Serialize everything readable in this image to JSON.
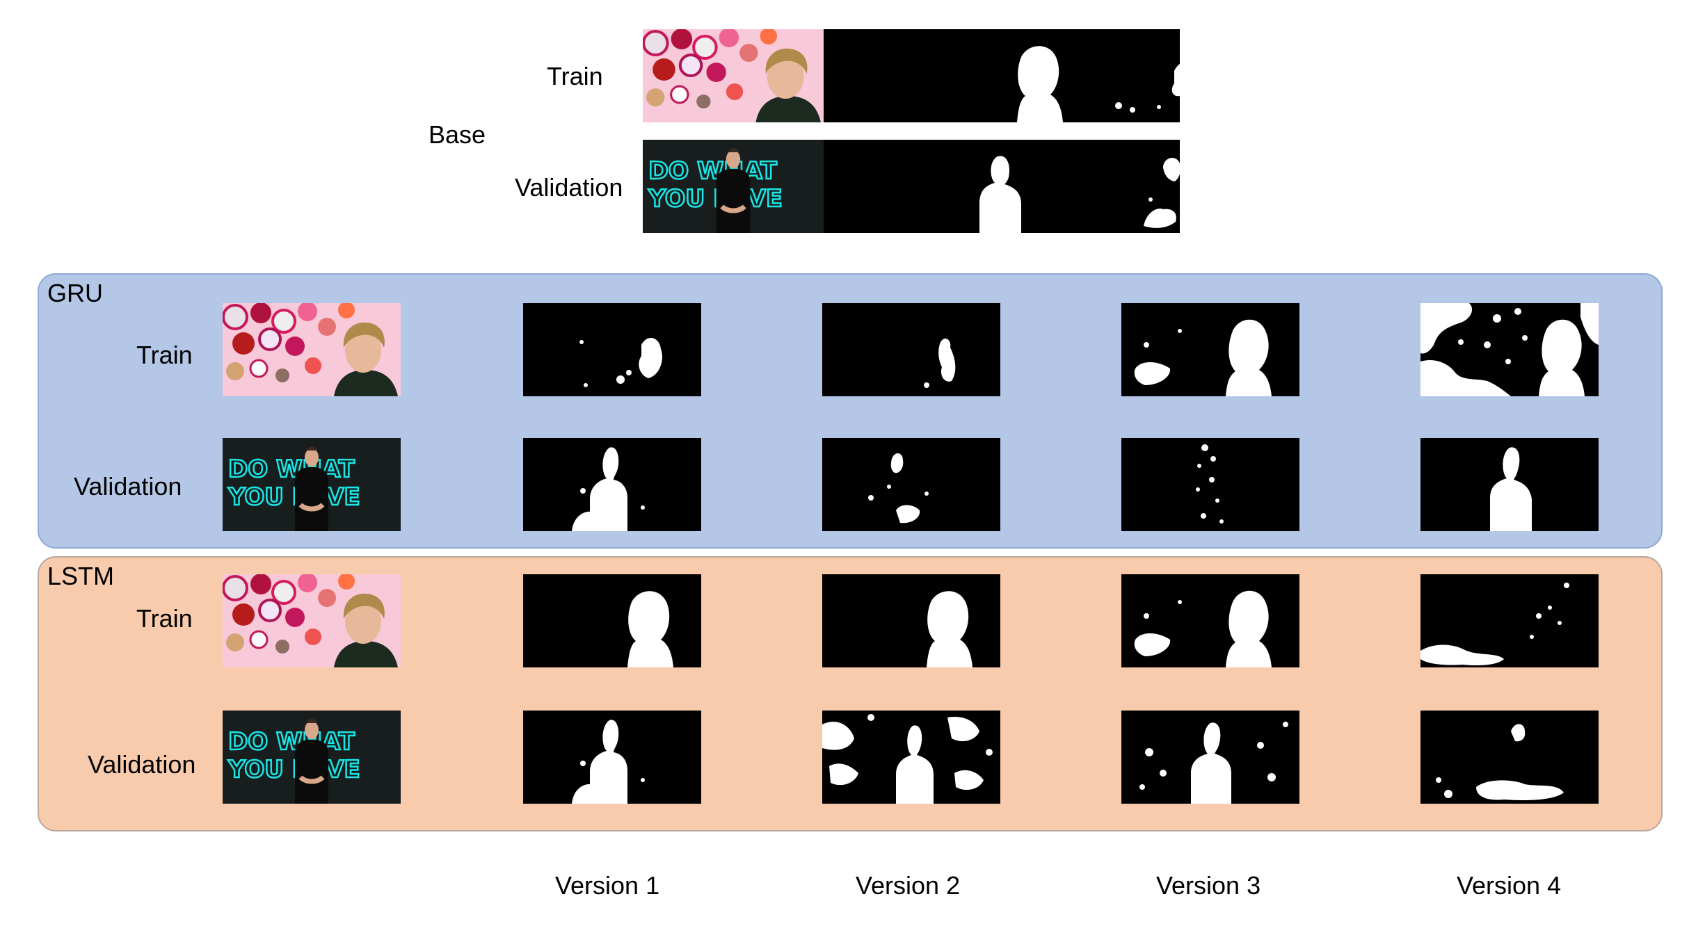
{
  "base": {
    "group_label": "Base",
    "train_label": "Train",
    "validation_label": "Validation"
  },
  "gru": {
    "title": "GRU",
    "train_label": "Train",
    "validation_label": "Validation"
  },
  "lstm": {
    "title": "LSTM",
    "train_label": "Train",
    "validation_label": "Validation"
  },
  "columns": [
    "Version 1",
    "Version 2",
    "Version 3",
    "Version 4"
  ],
  "neon_text": {
    "line1": "DO WHAT",
    "line2": "YOU LOVE"
  },
  "colors": {
    "gru_panel": "#b4c7e7",
    "lstm_panel": "#f8cbad",
    "train_background": "#f6c8d8",
    "validation_background": "#101414",
    "neon": "#19e6e6"
  }
}
